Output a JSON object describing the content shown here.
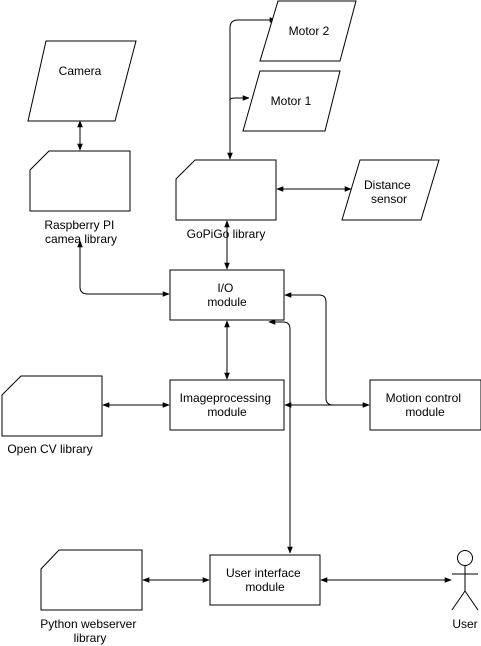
{
  "nodes": {
    "camera": [
      "Camera"
    ],
    "motor2": [
      "Motor 2"
    ],
    "motor1": [
      "Motor 1"
    ],
    "distance_sensor": [
      "Distance",
      "sensor"
    ],
    "raspberry_pi_library": [
      "Raspberry PI",
      "camea library"
    ],
    "gopigo_library": [
      "GoPiGo library"
    ],
    "io_module": [
      "I/O",
      "module"
    ],
    "imageprocessing_module": [
      "Imageprocessing",
      "module"
    ],
    "motion_control_module": [
      "Motion control",
      "module"
    ],
    "opencv_library": [
      "Open CV library"
    ],
    "user_interface_module": [
      "User interface",
      "module"
    ],
    "python_webserver_library": [
      "Python webserver",
      "library"
    ],
    "user": [
      "User"
    ]
  },
  "colors": {
    "stroke": "#000000",
    "fill": "#ffffff",
    "text": "#000000"
  }
}
